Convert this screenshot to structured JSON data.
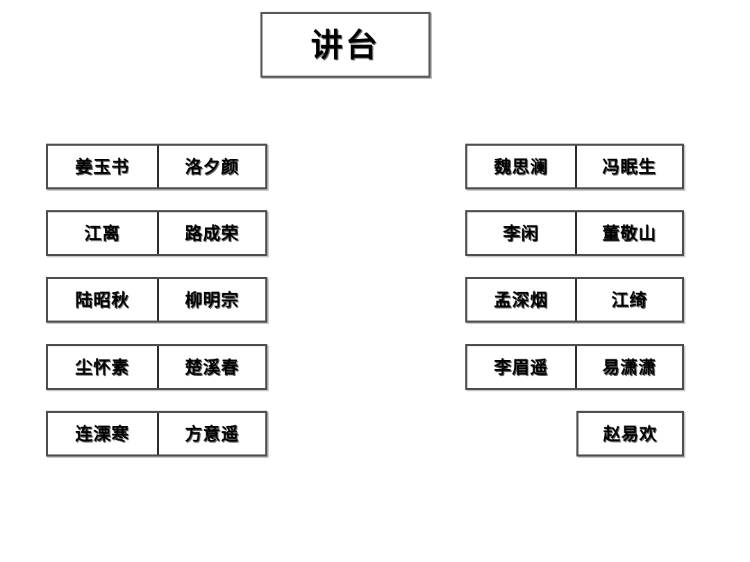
{
  "podium": {
    "label": "讲台"
  },
  "layout": {
    "columns": 2,
    "left_rows": 5,
    "right_rows": 5,
    "seats_per_desk": 2
  },
  "left_block": {
    "rows": [
      {
        "seats": [
          "姜玉书",
          "洛夕颜"
        ]
      },
      {
        "seats": [
          "江离",
          "路成荣"
        ]
      },
      {
        "seats": [
          "陆昭秋",
          "柳明宗"
        ]
      },
      {
        "seats": [
          "尘怀素",
          "楚溪春"
        ]
      },
      {
        "seats": [
          "连溧寒",
          "方意遥"
        ]
      }
    ]
  },
  "right_block": {
    "rows": [
      {
        "seats": [
          "魏思澜",
          "冯眠生"
        ]
      },
      {
        "seats": [
          "李闲",
          "董敬山"
        ]
      },
      {
        "seats": [
          "孟深烟",
          "江绮"
        ]
      },
      {
        "seats": [
          "李眉遥",
          "易潇潇"
        ]
      },
      {
        "seats": [
          "赵易欢"
        ]
      }
    ]
  },
  "colors": {
    "background": "#ffffff",
    "box_fill": "#ffffff",
    "box_border": "#4d4d4d",
    "divider": "#2b2b2b",
    "text": "#000000",
    "shadow": "#c8c8c8"
  }
}
